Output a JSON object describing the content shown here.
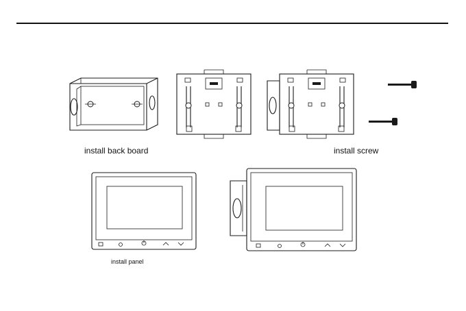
{
  "captions": {
    "install_back_board": "install back board",
    "install_screw": "install screw",
    "install_panel": "install panel"
  },
  "colors": {
    "line": "#1a1a1a",
    "background": "#ffffff"
  }
}
